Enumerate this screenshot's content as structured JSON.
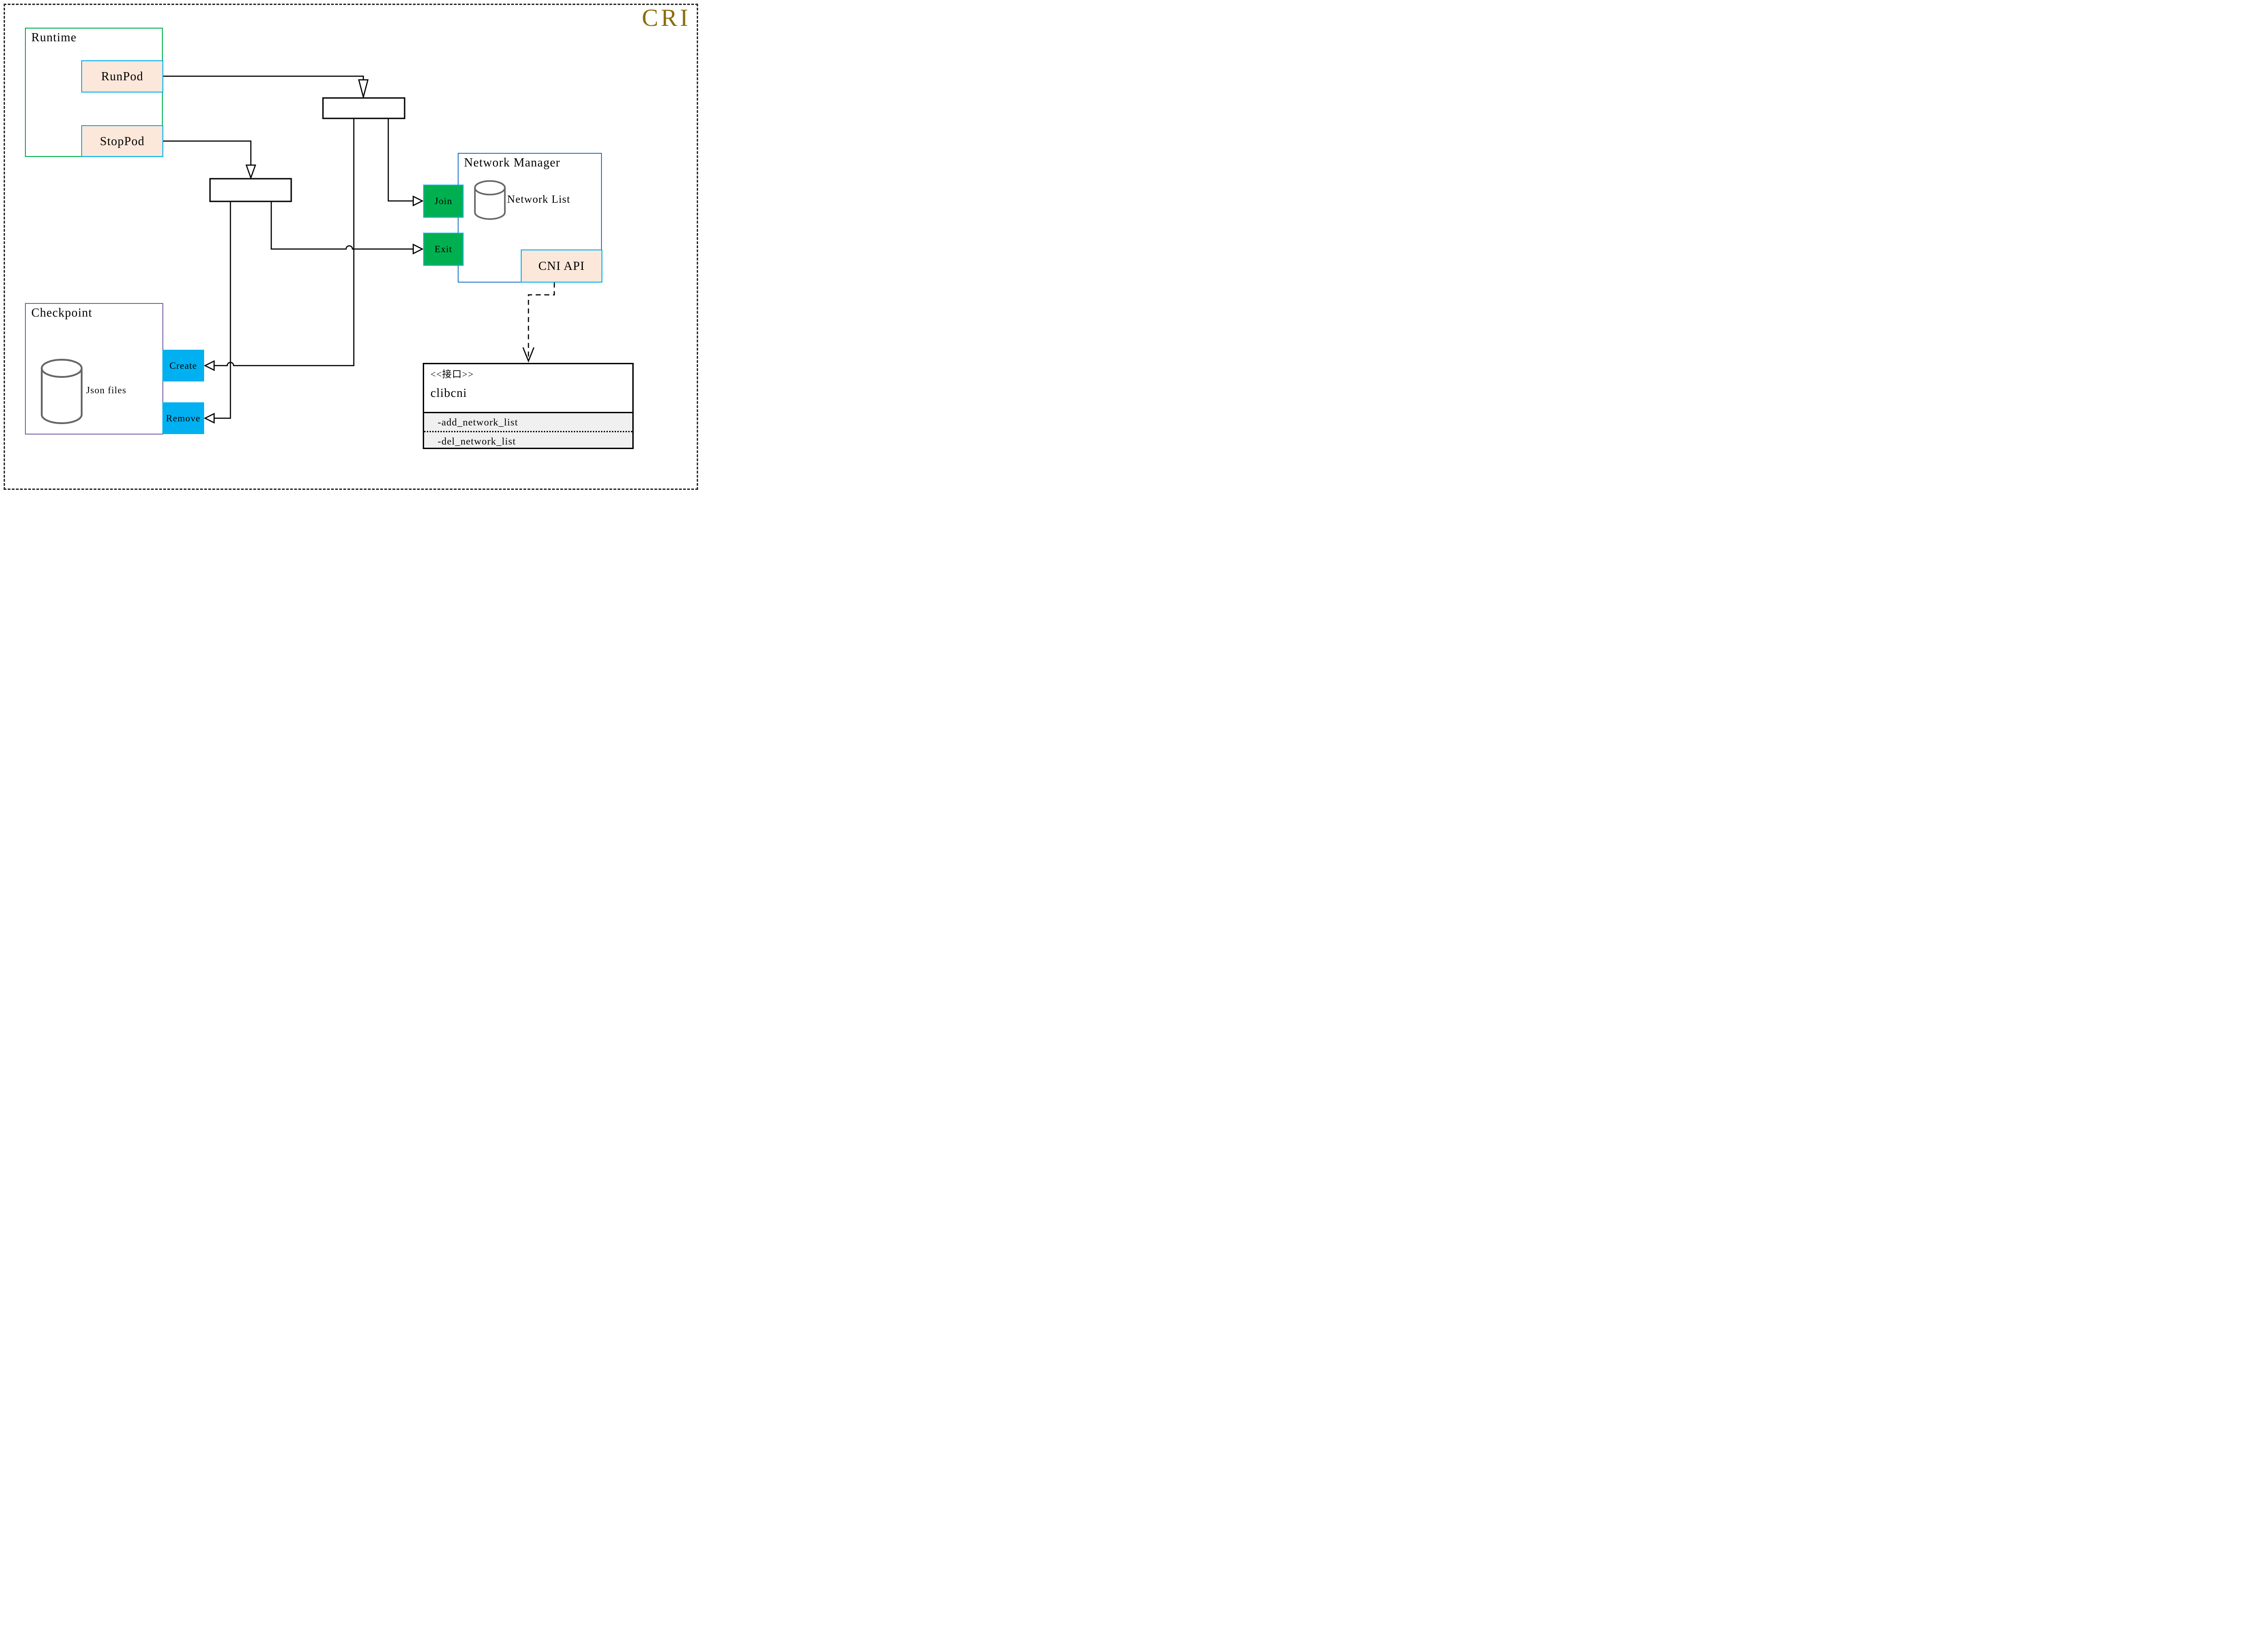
{
  "header": {
    "tag": "CRI"
  },
  "runtime": {
    "label": "Runtime",
    "buttons": [
      {
        "label": "RunPod"
      },
      {
        "label": "StopPod"
      }
    ]
  },
  "network_manager": {
    "label": "Network Manager",
    "datastore_label": "Network List",
    "buttons": [
      {
        "label": "Join"
      },
      {
        "label": "Exit"
      }
    ],
    "api_label": "CNI API"
  },
  "checkpoint": {
    "label": "Checkpoint",
    "datastore_label": "Json files",
    "buttons": [
      {
        "label": "Create"
      },
      {
        "label": "Remove"
      }
    ]
  },
  "interface_class": {
    "stereotype": "<<接口>>",
    "name": "clibcni",
    "methods": [
      "-add_network_list",
      "-del_network_list"
    ]
  },
  "colors": {
    "title_gold": "#8b6d0b",
    "runtime_border_green": "#00b050",
    "network_manager_border_blue": "#2878c8",
    "checkpoint_border_purple": "#8064a2",
    "port_fill_peach": "#fce8da",
    "port_border_cyan": "#00b0f0",
    "action_green": "#00b050",
    "action_cyan": "#00b0f0",
    "methods_section_gray": "#f0f0f0",
    "cylinder_gray": "#666666"
  }
}
